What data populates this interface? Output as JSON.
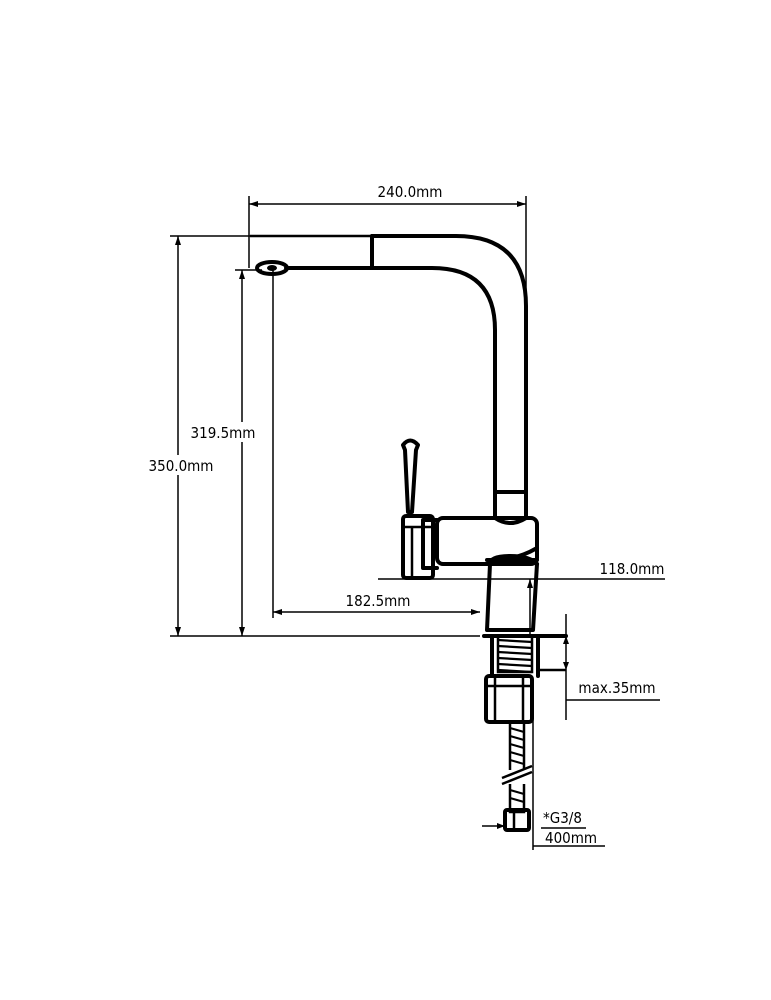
{
  "dimensions": {
    "width_total": "240.0mm",
    "height_total": "350.0mm",
    "spout_height": "319.5mm",
    "reach": "182.5mm",
    "body_height": "118.0mm",
    "max_thickness": "max.35mm",
    "thread": "*G3/8",
    "hose_length": "400mm"
  }
}
